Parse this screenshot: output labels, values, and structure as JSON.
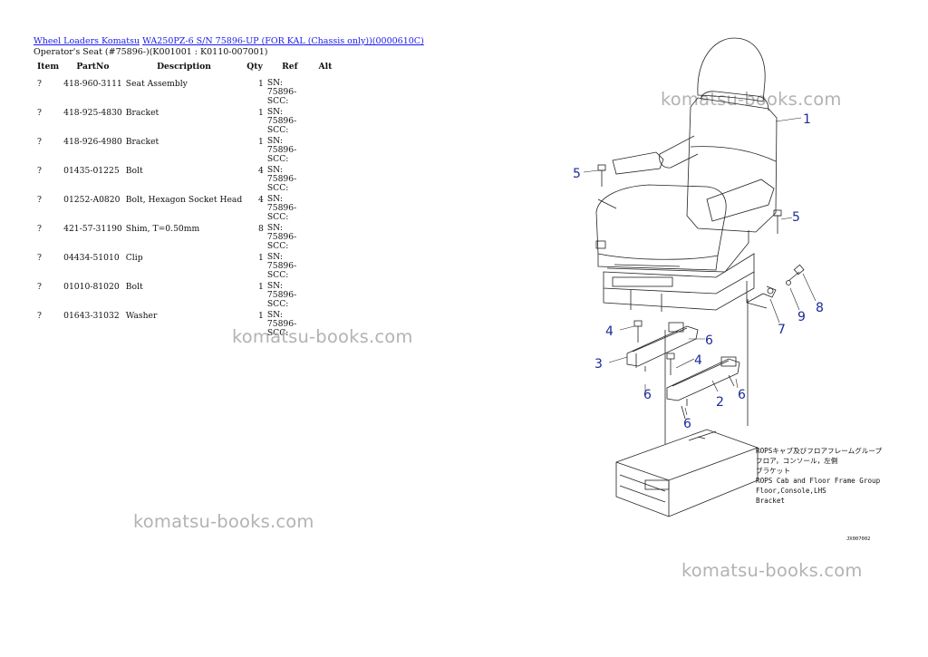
{
  "breadcrumb": {
    "link1": "Wheel Loaders Komatsu",
    "link2": "WA250PZ-6 S/N 75896-UP (FOR KAL (Chassis only))(0000610C)"
  },
  "subtitle": "Operator's Seat (#75896-)(K001001 : K0110-007001)",
  "table": {
    "headers": {
      "item": "Item",
      "partno": "PartNo",
      "description": "Description",
      "qty": "Qty",
      "ref": "Ref",
      "alt": "Alt"
    },
    "rows": [
      {
        "item": "?",
        "partno": "418-960-3111",
        "description": "Seat Assembly",
        "qty": "1",
        "ref": "SN: 75896-SCC:",
        "alt": ""
      },
      {
        "item": "?",
        "partno": "418-925-4830",
        "description": "Bracket",
        "qty": "1",
        "ref": "SN: 75896-SCC:",
        "alt": ""
      },
      {
        "item": "?",
        "partno": "418-926-4980",
        "description": "Bracket",
        "qty": "1",
        "ref": "SN: 75896-SCC:",
        "alt": ""
      },
      {
        "item": "?",
        "partno": "01435-01225",
        "description": "Bolt",
        "qty": "4",
        "ref": "SN: 75896-SCC:",
        "alt": ""
      },
      {
        "item": "?",
        "partno": "01252-A0820",
        "description": "Bolt, Hexagon Socket Head",
        "qty": "4",
        "ref": "SN: 75896-SCC:",
        "alt": ""
      },
      {
        "item": "?",
        "partno": "421-57-31190",
        "description": "Shim, T=0.50mm",
        "qty": "8",
        "ref": "SN: 75896-SCC:",
        "alt": ""
      },
      {
        "item": "?",
        "partno": "04434-51010",
        "description": "Clip",
        "qty": "1",
        "ref": "SN: 75896-SCC:",
        "alt": ""
      },
      {
        "item": "?",
        "partno": "01010-81020",
        "description": "Bolt",
        "qty": "1",
        "ref": "SN: 75896-SCC:",
        "alt": ""
      },
      {
        "item": "?",
        "partno": "01643-31032",
        "description": "Washer",
        "qty": "1",
        "ref": "SN: 75896-SCC:",
        "alt": ""
      }
    ]
  },
  "watermarks": [
    "komatsu-books.com",
    "komatsu-books.com",
    "komatsu-books.com",
    "komatsu-books.com"
  ],
  "diagram": {
    "callouts": [
      "1",
      "5",
      "5",
      "4",
      "3",
      "6",
      "4",
      "6",
      "2",
      "6",
      "6",
      "7",
      "9",
      "8"
    ],
    "note_jp_1": "ROPSキャブ及びフロアフレームグループ",
    "note_jp_2": "フロア，コンソール，左側",
    "note_jp_3": "ブラケット",
    "note_en_1": "ROPS Cab and Floor Frame Group",
    "note_en_2": "Floor,Console,LHS",
    "note_en_3": "Bracket",
    "code": "JX007002"
  },
  "colors": {
    "link": "#1a1aee",
    "callout": "#1a2a9a",
    "watermark": "#b3b3b3"
  }
}
